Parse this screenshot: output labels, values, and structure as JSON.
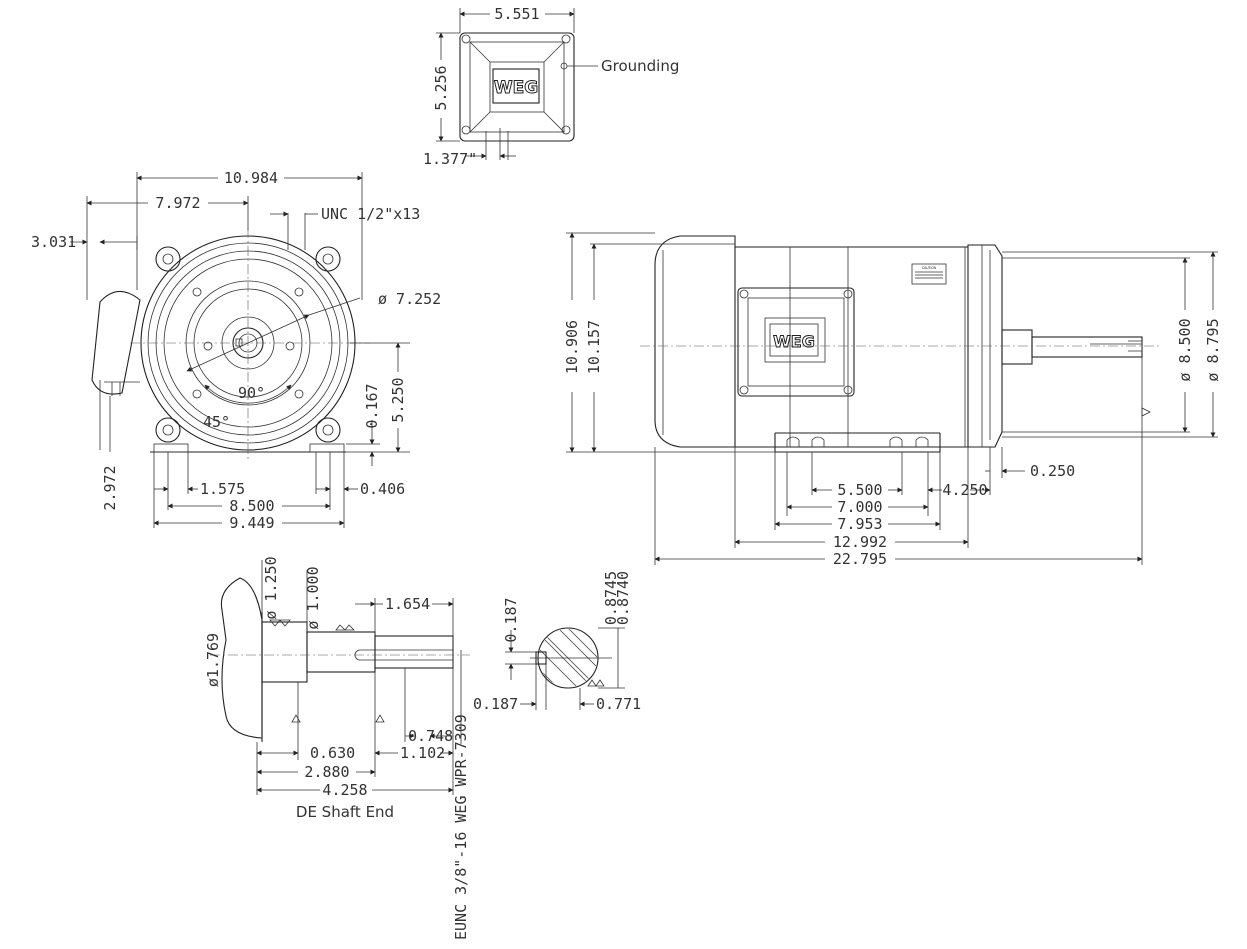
{
  "logo_text": "WEG",
  "terminal_box": {
    "width": "5.551",
    "height": "5.256",
    "grounding": "Grounding",
    "conduit": "1.377\""
  },
  "front_view": {
    "overall_width": "10.984",
    "center_to_box": "7.972",
    "box_offset": "3.031",
    "bolt_note": "UNC 1/2\"x13",
    "bolt_circle": "ø 7.252",
    "angle_90": "90°",
    "angle_45": "45°",
    "foot_thickness": "0.167",
    "shaft_height": "5.250",
    "base_height": "2.972",
    "foot_hole": "1.575",
    "foot_edge": "0.406",
    "hole_spacing": "8.500",
    "base_width": "9.449"
  },
  "side_view": {
    "overall_height": "10.906",
    "frame_height": "10.157",
    "caution_label": "CAUTION",
    "flange_pilot": "ø 8.500",
    "flange_diameter": "ø 8.795",
    "pilot_depth": "0.250",
    "foot_holes": "5.500",
    "flange_to_foot": "4.250",
    "foot_spacing": "7.000",
    "foot_length": "7.953",
    "frame_length": "12.992",
    "overall_length": "22.795"
  },
  "shaft_detail": {
    "shoulder_diameter": "ø 1.250",
    "shaft_diameter": "ø 1.000",
    "key_length": "1.654",
    "hub_diameter": "ø1.769",
    "key_offset": "0.748",
    "key_to_end": "1.102",
    "shoulder_length": "0.630",
    "shaft_length": "2.880",
    "total_length": "4.258",
    "title": "DE Shaft End",
    "thread_note": "EUNC 3/8\"-16 WEG WPR-7309"
  },
  "section_detail": {
    "keyway_depth": "0.187",
    "diameter_max": "0.8745",
    "diameter_min": "0.8740",
    "key_width": "0.187",
    "key_height": "0.771"
  }
}
